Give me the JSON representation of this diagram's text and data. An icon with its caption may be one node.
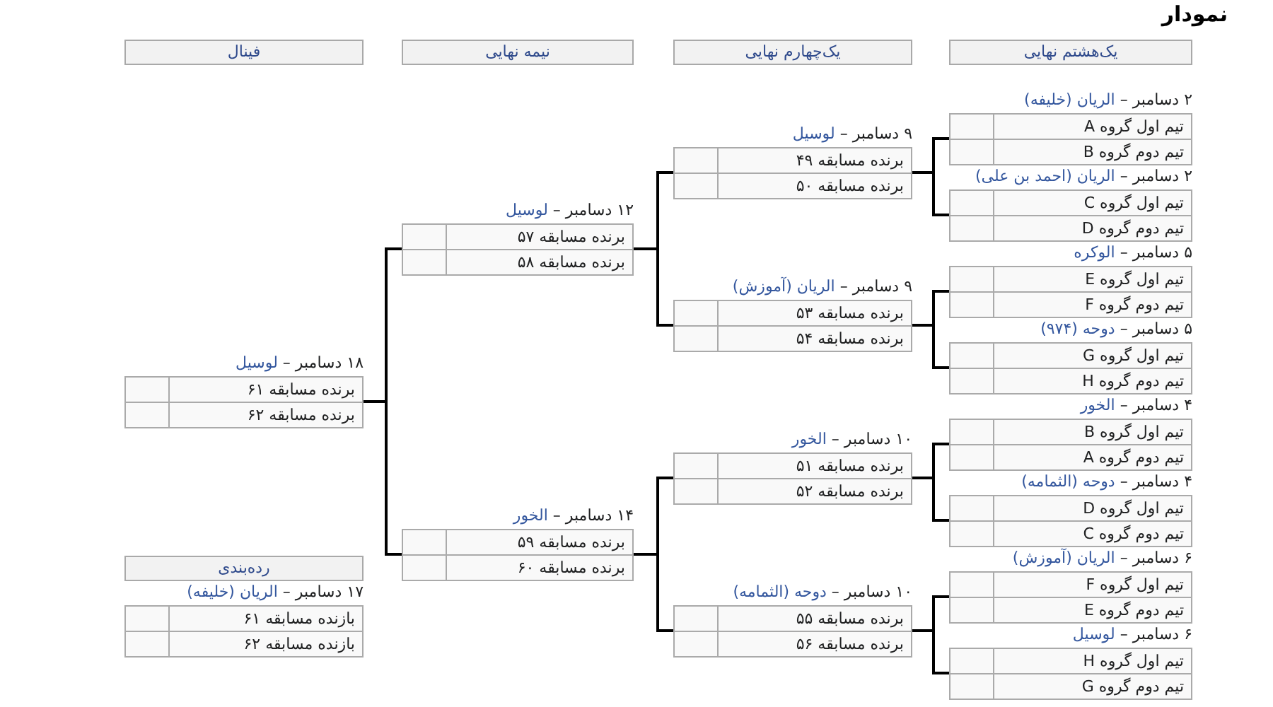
{
  "diagram": {
    "title": "نمودار",
    "nodes": [
      {
        "text": [
          "یک‌هشتم نهایی"
        ]
      },
      {
        "text": [
          "یک‌چهارم نهایی"
        ]
      },
      {
        "text": [
          "نیمه نهایی"
        ]
      },
      {
        "text": [
          "فینال"
        ]
      },
      {
        "text": [
          "۲ دسامبر –",
          "الریان (خلیفه)",
          "تیم اول گروه A",
          "تیم دوم گروه B"
        ]
      },
      {
        "text": [
          "۲ دسامبر –",
          "الریان (احمد بن علی)",
          "تیم اول گروه C",
          "تیم دوم گروه D"
        ]
      },
      {
        "text": [
          "۵ دسامبر –",
          "الوکره",
          "تیم اول گروه E",
          "تیم دوم گروه F"
        ]
      },
      {
        "text": [
          "۵ دسامبر –",
          "دوحه (۹۷۴)",
          "تیم اول گروه G",
          "تیم دوم گروه H"
        ]
      },
      {
        "text": [
          "۴ دسامبر –",
          "الخور",
          "تیم اول گروه B",
          "تیم دوم گروه A"
        ]
      },
      {
        "text": [
          "۴ دسامبر –",
          "دوحه (الثمامه)",
          "تیم اول گروه D",
          "تیم دوم گروه C"
        ]
      },
      {
        "text": [
          "۶ دسامبر –",
          "الریان (آموزش)",
          "تیم اول گروه F",
          "تیم دوم گروه E"
        ]
      },
      {
        "text": [
          "۶ دسامبر –",
          "لوسیل",
          "تیم اول گروه H",
          "تیم دوم گروه G"
        ]
      },
      {
        "text": [
          "۹ دسامبر –",
          "لوسیل",
          "برنده مسابقه ۴۹",
          "برنده مسابقه ۵۰"
        ]
      },
      {
        "text": [
          "۹ دسامبر –",
          "الریان (آموزش)",
          "برنده مسابقه ۵۳",
          "برنده مسابقه ۵۴"
        ]
      },
      {
        "text": [
          "۱۰ دسامبر –",
          "الخور",
          "برنده مسابقه ۵۱",
          "برنده مسابقه ۵۲"
        ]
      },
      {
        "text": [
          "۱۰ دسامبر –",
          "دوحه (الثمامه)",
          "برنده مسابقه ۵۵",
          "برنده مسابقه ۵۶"
        ]
      },
      {
        "text": [
          "۱۲ دسامبر –",
          "لوسیل",
          "برنده مسابقه ۵۷",
          "برنده مسابقه ۵۸"
        ]
      },
      {
        "text": [
          "۱۴ دسامبر –",
          "الخور",
          "برنده مسابقه ۵۹",
          "برنده مسابقه ۶۰"
        ]
      },
      {
        "text": [
          "۱۸ دسامبر –",
          "لوسیل",
          "برنده مسابقه ۶۱",
          "برنده مسابقه ۶۲"
        ]
      },
      {
        "text": [
          "رده‌بندی"
        ]
      },
      {
        "text": [
          "۱۷ دسامبر –",
          "الریان (خلیفه)",
          "بازنده مسابقه ۶۱",
          "بازنده مسابقه ۶۲"
        ]
      }
    ],
    "edges": [
      {
        "from": 4,
        "to": 12,
        "arrow": "none"
      },
      {
        "from": 5,
        "to": 12,
        "arrow": "none"
      },
      {
        "from": 6,
        "to": 13,
        "arrow": "none"
      },
      {
        "from": 7,
        "to": 13,
        "arrow": "none"
      },
      {
        "from": 8,
        "to": 14,
        "arrow": "none"
      },
      {
        "from": 9,
        "to": 14,
        "arrow": "none"
      },
      {
        "from": 10,
        "to": 15,
        "arrow": "none"
      },
      {
        "from": 11,
        "to": 15,
        "arrow": "none"
      },
      {
        "from": 12,
        "to": 16,
        "arrow": "none"
      },
      {
        "from": 13,
        "to": 16,
        "arrow": "none"
      },
      {
        "from": 14,
        "to": 17,
        "arrow": "none"
      },
      {
        "from": 15,
        "to": 17,
        "arrow": "none"
      },
      {
        "from": 16,
        "to": 18,
        "arrow": "none"
      },
      {
        "from": 17,
        "to": 18,
        "arrow": "none"
      }
    ]
  }
}
